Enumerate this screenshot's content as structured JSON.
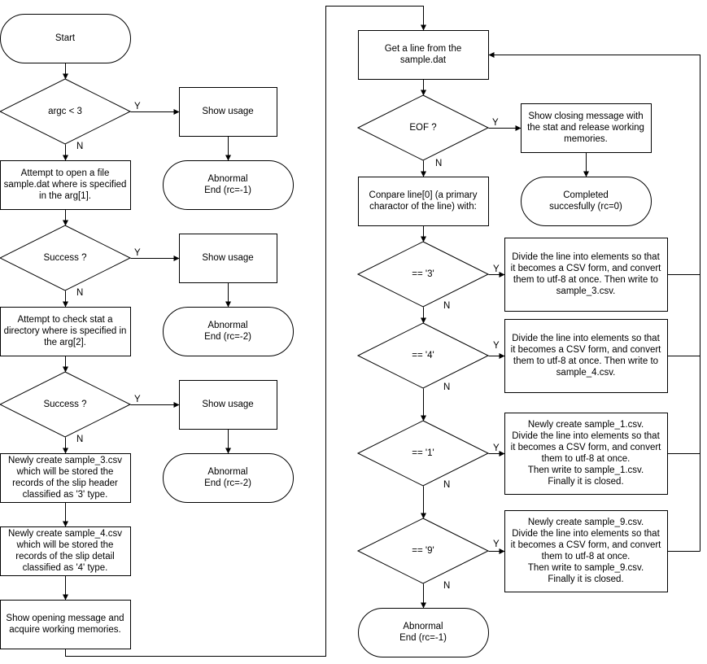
{
  "nodes": {
    "start": {
      "lines": [
        "Start"
      ]
    },
    "d_argc": {
      "lines": [
        "argc < 3"
      ]
    },
    "usage1": {
      "lines": [
        "Show usage"
      ]
    },
    "abn1": {
      "lines": [
        "Abnormal",
        "End (rc=-1)"
      ]
    },
    "open_file": {
      "lines": [
        "Attempt to open a file",
        "sample.dat where is specified",
        "in the arg[1]."
      ]
    },
    "d_success1": {
      "lines": [
        "Success ?"
      ]
    },
    "usage2": {
      "lines": [
        "Show usage"
      ]
    },
    "abn2": {
      "lines": [
        "Abnormal",
        "End (rc=-2)"
      ]
    },
    "check_dir": {
      "lines": [
        "Attempt to check stat a",
        "directory where is specified in",
        "the arg[2]."
      ]
    },
    "d_success2": {
      "lines": [
        "Success ?"
      ]
    },
    "usage3": {
      "lines": [
        "Show usage"
      ]
    },
    "abn3": {
      "lines": [
        "Abnormal",
        "End (rc=-2)"
      ]
    },
    "create3": {
      "lines": [
        "Newly create sample_3.csv",
        "which will be stored the",
        "records of the slip header",
        "classified as '3' type."
      ]
    },
    "create4": {
      "lines": [
        "Newly create sample_4.csv",
        "which will be stored the",
        "records of the slip detail",
        "classified as '4' type."
      ]
    },
    "opening": {
      "lines": [
        "Show opening message and",
        "acquire working memories."
      ]
    },
    "getline": {
      "lines": [
        "Get a line from the",
        "sample.dat"
      ]
    },
    "d_eof": {
      "lines": [
        "EOF ?"
      ]
    },
    "closing": {
      "lines": [
        "Show closing message with",
        "the stat and release working",
        "memories."
      ]
    },
    "completed": {
      "lines": [
        "Completed",
        "succesfully (rc=0)"
      ]
    },
    "compare": {
      "lines": [
        "Conpare line[0] (a primary",
        "charactor of the line) with:"
      ]
    },
    "d_3": {
      "lines": [
        "== '3'"
      ]
    },
    "w3": {
      "lines": [
        "Divide the line into elements so that",
        "it becomes a CSV form, and convert",
        "them to utf-8 at once. Then write to",
        "sample_3.csv."
      ]
    },
    "d_4": {
      "lines": [
        "== '4'"
      ]
    },
    "w4": {
      "lines": [
        "Divide the line into elements so that",
        "it becomes a CSV form, and convert",
        "them to utf-8 at once. Then write to",
        "sample_4.csv."
      ]
    },
    "d_1": {
      "lines": [
        "== '1'"
      ]
    },
    "w1": {
      "lines": [
        "Newly create sample_1.csv.",
        "Divide the line into elements so that",
        "it becomes a CSV form, and convert",
        "them to utf-8 at once.",
        "Then write to sample_1.csv.",
        "Finally it is closed."
      ]
    },
    "d_9": {
      "lines": [
        "== '9'"
      ]
    },
    "w9": {
      "lines": [
        "Newly create sample_9.csv.",
        "Divide the line into elements so that",
        "it becomes a CSV form, and convert",
        "them to utf-8 at once.",
        "Then write to sample_9.csv.",
        "Finally it is closed."
      ]
    },
    "abn4": {
      "lines": [
        "Abnormal",
        "End (rc=-1)"
      ]
    }
  },
  "labels": {
    "yes": "Y",
    "no": "N"
  }
}
